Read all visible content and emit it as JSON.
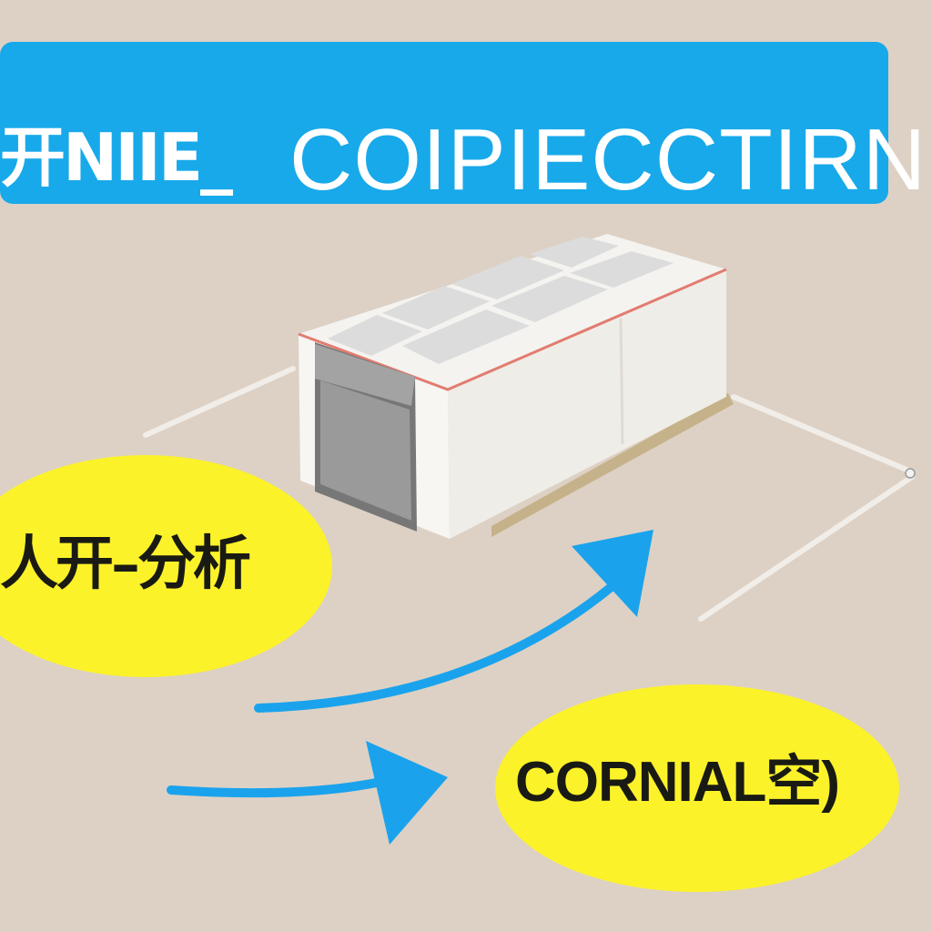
{
  "banner": {
    "left_text": "开NIIE_",
    "right_text": "COIPIECCTIRN",
    "color": "#18a9ea"
  },
  "nodes": {
    "left_oval_text": "人开–分析",
    "right_oval_text": "CORNIAL空)",
    "oval_color": "#fbf22a"
  },
  "arrow_color": "#1aa3ec",
  "box_icon": "container-box-icon",
  "background_color": "#ddd1c5"
}
